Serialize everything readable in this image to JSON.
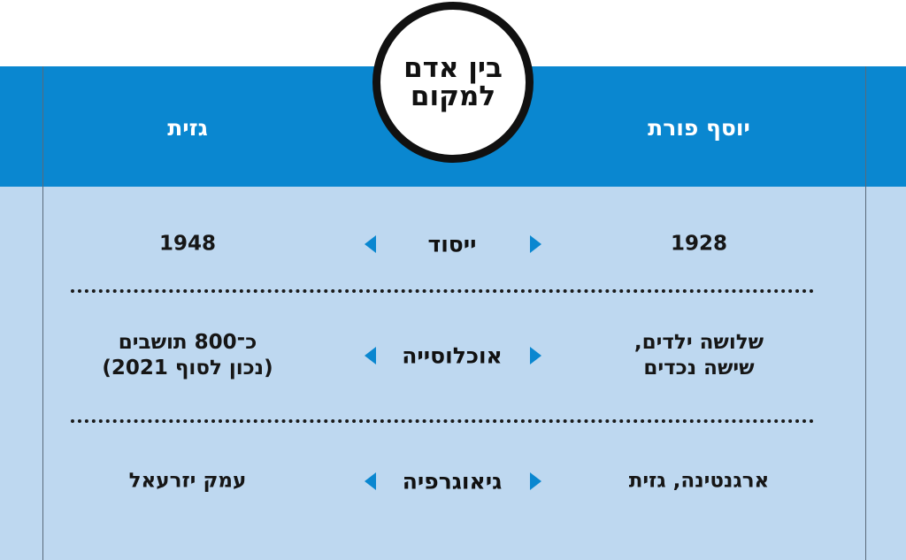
{
  "title": "בין אדם למקום",
  "columns": {
    "right": "יוסף פורת",
    "left": "גזית"
  },
  "rows": [
    {
      "label": "ייסוד",
      "right": "1928",
      "left": "1948"
    },
    {
      "label": "אוכלוסייה",
      "right": "שלושה ילדים,\nשישה נכדים",
      "left": "כ־800 תושבים\n(נכון לסוף 2021)"
    },
    {
      "label": "גיאוגרפיה",
      "right": "ארגנטינה, גזית",
      "left": "עמק יזרעאל"
    }
  ],
  "colors": {
    "header": "#0a87d0",
    "body": "#bed8f0"
  }
}
